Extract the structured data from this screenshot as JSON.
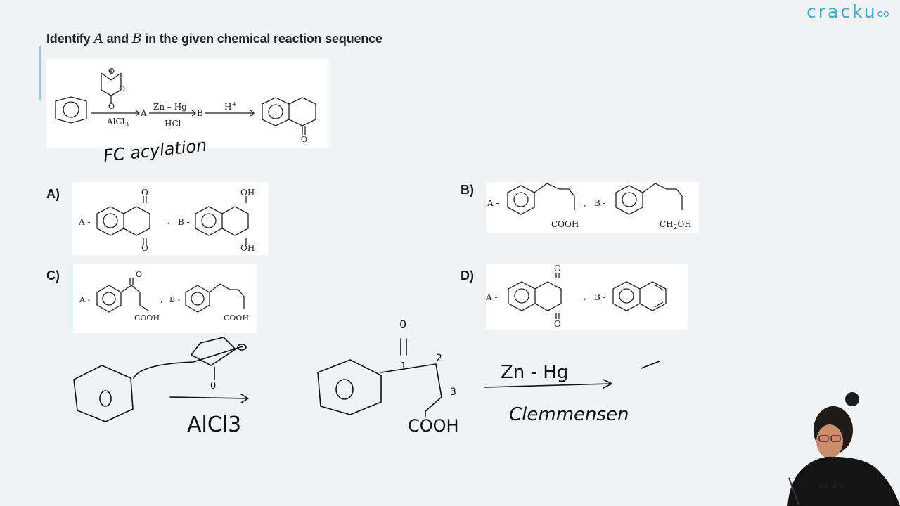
{
  "brand": {
    "name": "cracku",
    "tail": "oo"
  },
  "question": {
    "prefix": "Identify",
    "var_a": "A",
    "middle": "and",
    "var_b": "B",
    "suffix": "in the given chemical reaction sequence"
  },
  "reaction": {
    "reagent1": "AlCl",
    "reagent1_sub": "3",
    "label_a": "A",
    "reagent2_top": "Zn – Hg",
    "reagent2_bottom": "HCl",
    "label_b": "B",
    "reagent3": "H",
    "reagent3_sup": "+",
    "carbonyl_o": "O"
  },
  "options": [
    {
      "label": "A)",
      "a_prefix": "A -",
      "b_prefix": "B -",
      "sep": ",",
      "a_sub1": "O",
      "a_sub2": "O",
      "b_sub1": "OH",
      "b_sub2": "OH"
    },
    {
      "label": "B)",
      "a_prefix": "A -",
      "b_prefix": "B -",
      "sep": ",",
      "a_group": "COOH",
      "b_group": "CH",
      "b_group_sub": "2",
      "b_group_tail": "OH"
    },
    {
      "label": "C)",
      "a_prefix": "A -",
      "b_prefix": "B -",
      "sep": ",",
      "a_o": "O",
      "a_group": "COOH",
      "b_group": "COOH"
    },
    {
      "label": "D)",
      "a_prefix": "A -",
      "b_prefix": "B -",
      "sep": ",",
      "a_o1": "O",
      "a_o2": "O"
    }
  ],
  "annotations": {
    "fc_note": "FC acylation",
    "alcl3": "AlCl3",
    "cooh": "COOH",
    "o_label": "0",
    "one": "1",
    "two": "2",
    "three": "3",
    "zn_hg": "Zn - Hg",
    "clemmensen": "Clemmensen"
  },
  "colors": {
    "brand": "#3aa9d9",
    "background": "#f1f2f4",
    "card": "#ffffff",
    "ink": "#111111"
  }
}
